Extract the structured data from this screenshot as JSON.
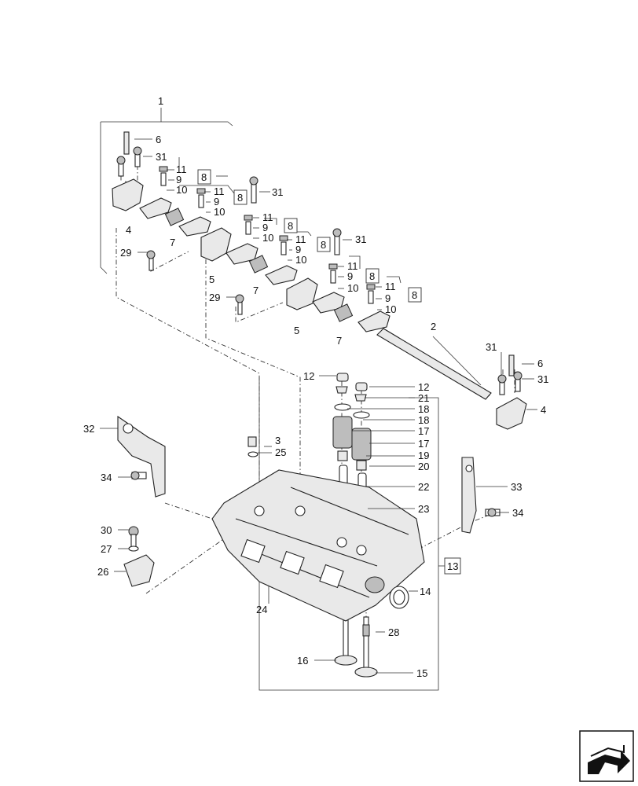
{
  "callouts": {
    "c1": "1",
    "c2": "2",
    "c3": "3",
    "c4a": "4",
    "c4b": "4",
    "c5a": "5",
    "c5b": "5",
    "c6a": "6",
    "c6b": "6",
    "c7a": "7",
    "c7b": "7",
    "c7c": "7",
    "c8a": "8",
    "c8b": "8",
    "c8c": "8",
    "c8d": "8",
    "c8e": "8",
    "c8f": "8",
    "c9a": "9",
    "c9b": "9",
    "c9c": "9",
    "c9d": "9",
    "c9e": "9",
    "c9f": "9",
    "c10a": "10",
    "c10b": "10",
    "c10c": "10",
    "c10d": "10",
    "c10e": "10",
    "c10f": "10",
    "c11a": "11",
    "c11b": "11",
    "c11c": "11",
    "c11d": "11",
    "c11e": "11",
    "c11f": "11",
    "c12a": "12",
    "c12b": "12",
    "c13": "13",
    "c14": "14",
    "c15": "15",
    "c16": "16",
    "c17a": "17",
    "c17b": "17",
    "c18a": "18",
    "c18b": "18",
    "c19": "19",
    "c20": "20",
    "c21": "21",
    "c22": "22",
    "c23": "23",
    "c24": "24",
    "c25": "25",
    "c26": "26",
    "c27": "27",
    "c28": "28",
    "c29a": "29",
    "c29b": "29",
    "c30": "30",
    "c31a": "31",
    "c31b": "31",
    "c31c": "31",
    "c31d": "31",
    "c31e": "31",
    "c32": "32",
    "c33": "33",
    "c34a": "34",
    "c34b": "34"
  },
  "icons": {
    "nav": "next-page-arrow-icon"
  }
}
